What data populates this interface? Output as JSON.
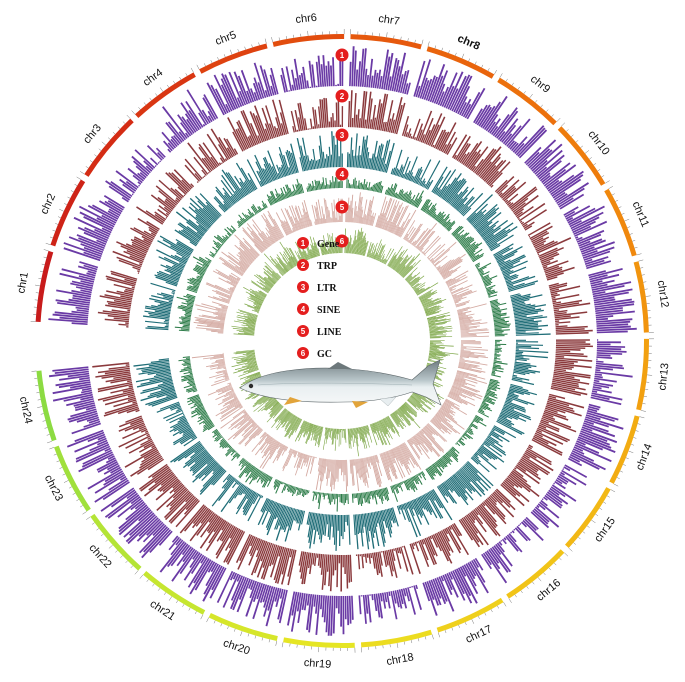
{
  "chromosomes": [
    {
      "name": "chr1",
      "color": "#c81b1b",
      "bold": false
    },
    {
      "name": "chr2",
      "color": "#ce2317",
      "bold": false
    },
    {
      "name": "chr3",
      "color": "#d42c14",
      "bold": false
    },
    {
      "name": "chr4",
      "color": "#d93612",
      "bold": false
    },
    {
      "name": "chr5",
      "color": "#de4210",
      "bold": false
    },
    {
      "name": "chr6",
      "color": "#e24d0e",
      "bold": false
    },
    {
      "name": "chr7",
      "color": "#e6590d",
      "bold": false
    },
    {
      "name": "chr8",
      "color": "#e9640c",
      "bold": true
    },
    {
      "name": "chr9",
      "color": "#ec700c",
      "bold": false
    },
    {
      "name": "chr10",
      "color": "#ee7c0c",
      "bold": false
    },
    {
      "name": "chr11",
      "color": "#f0880d",
      "bold": false
    },
    {
      "name": "chr12",
      "color": "#f1940e",
      "bold": false
    },
    {
      "name": "chr13",
      "color": "#f2a010",
      "bold": false
    },
    {
      "name": "chr14",
      "color": "#f2ac12",
      "bold": false
    },
    {
      "name": "chr15",
      "color": "#f2b815",
      "bold": false
    },
    {
      "name": "chr16",
      "color": "#f1c418",
      "bold": false
    },
    {
      "name": "chr17",
      "color": "#efd01c",
      "bold": false
    },
    {
      "name": "chr18",
      "color": "#ecdc20",
      "bold": false
    },
    {
      "name": "chr19",
      "color": "#e5e524",
      "bold": false
    },
    {
      "name": "chr20",
      "color": "#d6e62a",
      "bold": false
    },
    {
      "name": "chr21",
      "color": "#c6e630",
      "bold": false
    },
    {
      "name": "chr22",
      "color": "#b4e436",
      "bold": false
    },
    {
      "name": "chr23",
      "color": "#a0e03c",
      "bold": false
    },
    {
      "name": "chr24",
      "color": "#8cdb42",
      "bold": false
    }
  ],
  "tracks": [
    {
      "id": "1",
      "name": "Gene",
      "color": "#6a3aa5"
    },
    {
      "id": "2",
      "name": "TRP",
      "color": "#8b3a3d"
    },
    {
      "id": "3",
      "name": "LTR",
      "color": "#206e78"
    },
    {
      "id": "4",
      "name": "SINE",
      "color": "#2e7d4a"
    },
    {
      "id": "5",
      "name": "LINE",
      "color": "#d4aaa2"
    },
    {
      "id": "6",
      "name": "GC",
      "color": "#7fa84a"
    }
  ],
  "colors": {
    "badge": "#e41e1e",
    "fish_back": "#7d8a8c",
    "fish_belly": "#e8eef0",
    "fish_fin": "#e2a43a"
  }
}
